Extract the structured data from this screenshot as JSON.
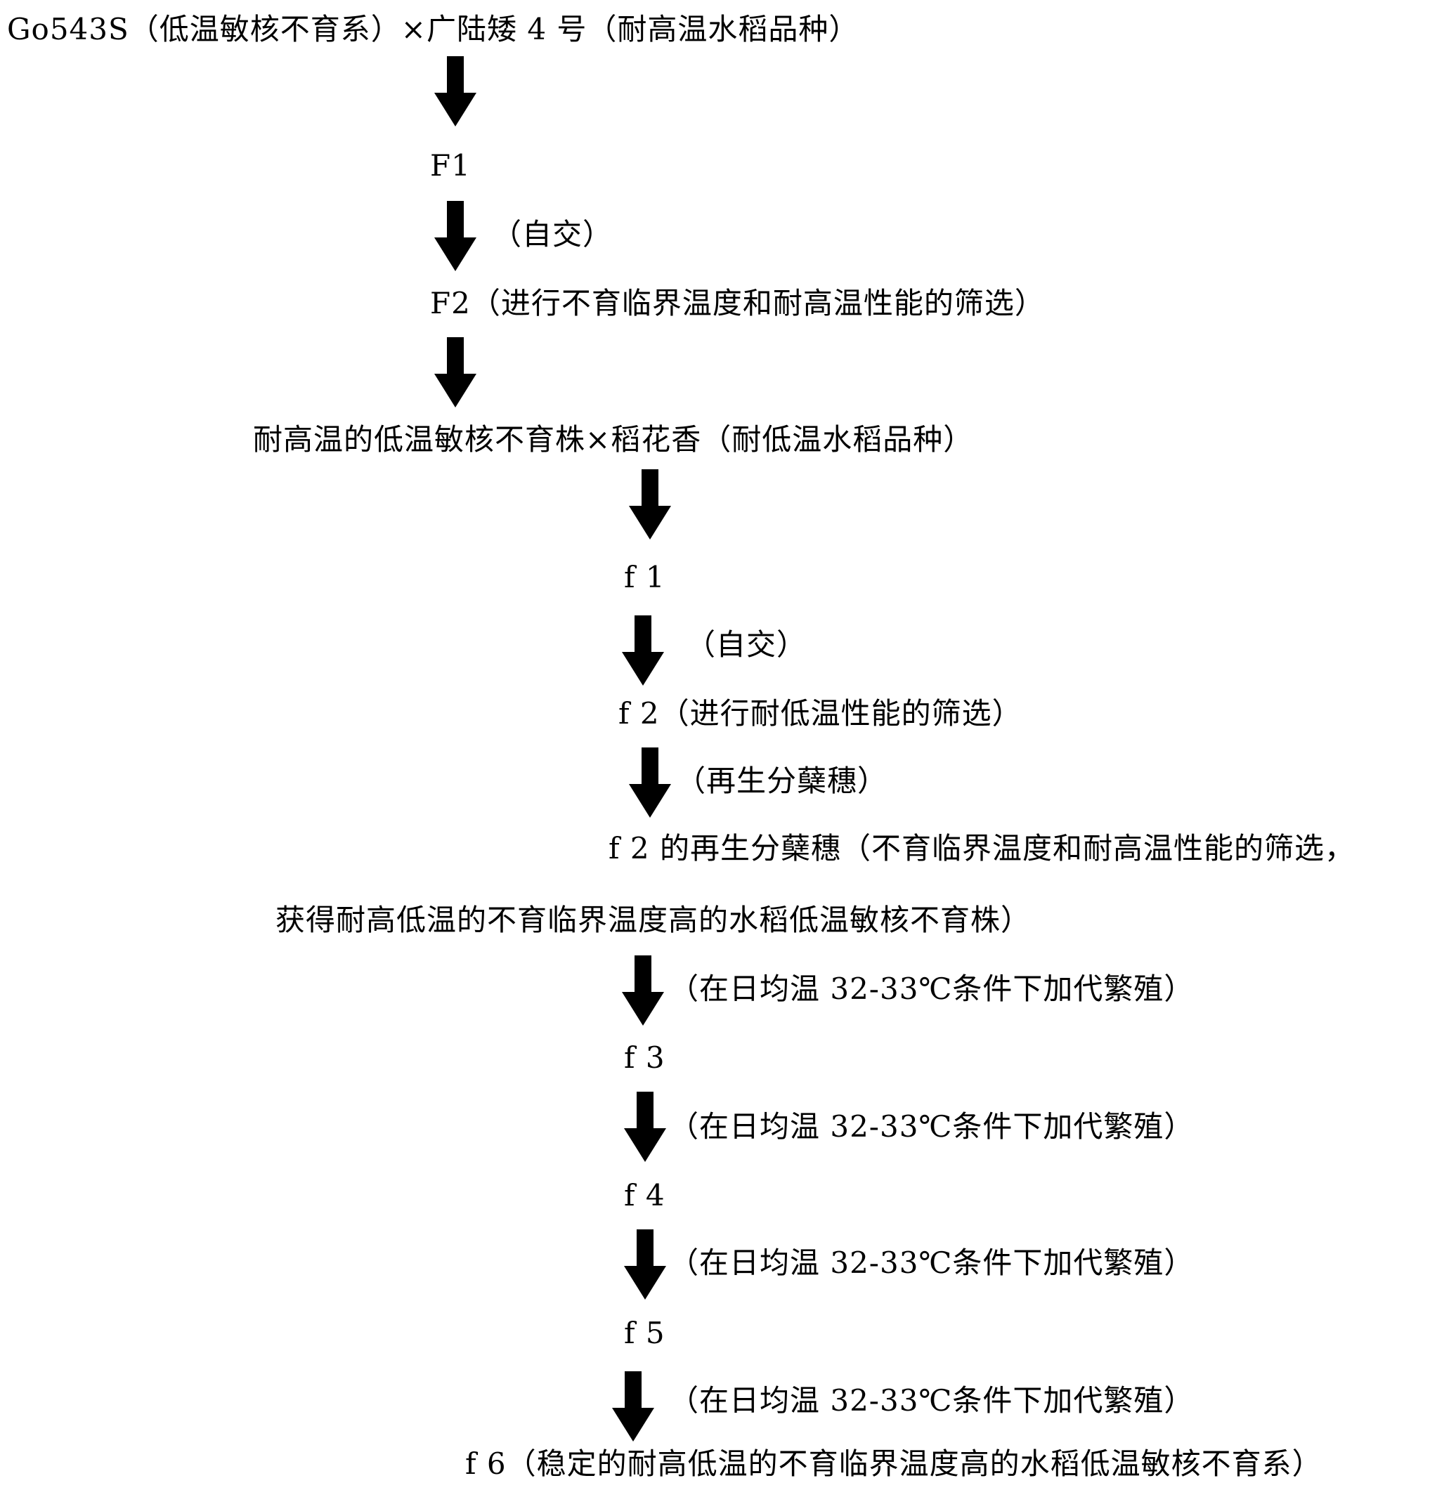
{
  "flow": {
    "step1": "Go543S（低温敏核不育系）×广陆矮 4 号（耐高温水稻品种）",
    "F1": "F1",
    "selfing_1": "（自交）",
    "F2": "F2（进行不育临界温度和耐高温性能的筛选）",
    "cross_2": "耐高温的低温敏核不育株×稻花香（耐低温水稻品种）",
    "f1": "f 1",
    "selfing_2": "（自交）",
    "f2": "f 2（进行耐低温性能的筛选）",
    "regeneration": "（再生分蘖穗）",
    "f2_regen_line1": "f 2 的再生分蘖穗（不育临界温度和耐高温性能的筛选，",
    "f2_regen_line2": "获得耐高低温的不育临界温度高的水稻低温敏核不育株）",
    "breeding_1": "（在日均温 32-33℃条件下加代繁殖）",
    "f3": "f 3",
    "breeding_2": "（在日均温 32-33℃条件下加代繁殖）",
    "f4": "f 4",
    "breeding_3": "（在日均温 32-33℃条件下加代繁殖）",
    "f5": "f 5",
    "breeding_4": "（在日均温 32-33℃条件下加代繁殖）",
    "f6": "f 6（稳定的耐高低温的不育临界温度高的水稻低温敏核不育系）"
  },
  "icons": {
    "arrow": "down-arrow-icon"
  },
  "colors": {
    "text": "#000000",
    "arrow": "#000000",
    "background": "#ffffff"
  }
}
